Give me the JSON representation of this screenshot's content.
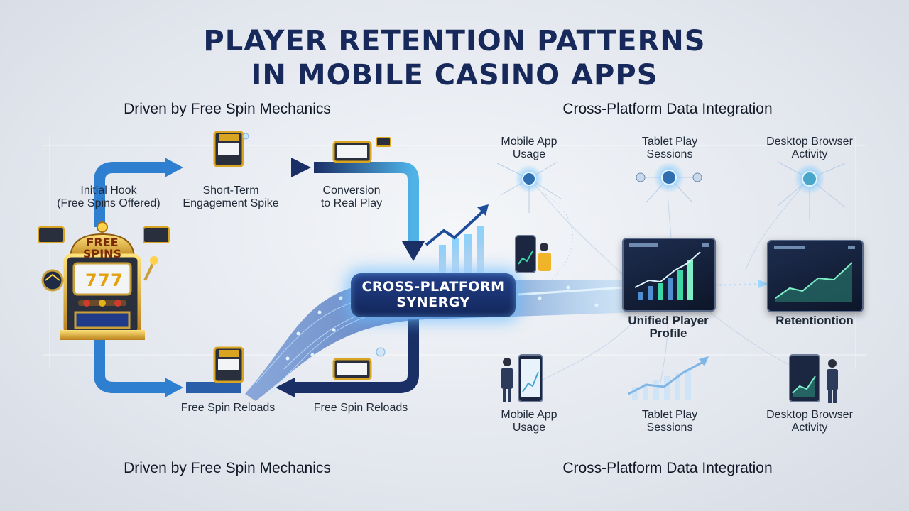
{
  "title": {
    "line1": "PLAYER RETENTION PATTERNS",
    "line2": "IN MOBILE CASINO APPS"
  },
  "sections": {
    "left_top": "Driven by Free Spin Mechanics",
    "right_top": "Cross-Platform Data Integration",
    "left_bottom": "Driven by Free Spin Mechanics",
    "right_bottom": "Cross-Platform Data Integration"
  },
  "loop": {
    "initial_hook": [
      "Initial Hook",
      "(Free Spins Offered)"
    ],
    "short_term": [
      "Short-Term",
      "Engagement Spike"
    ],
    "conversion": [
      "Conversion",
      "to Real Play"
    ],
    "reload_left": "Free Spin Reloads",
    "reload_right": "Free Spin Reloads",
    "slot_sign": [
      "FREE",
      "SPINS"
    ]
  },
  "synergy": [
    "CROSS-PLATFORM",
    "SYNERGY"
  ],
  "devices_top": {
    "mobile": [
      "Mobile App",
      "Usage"
    ],
    "tablet": [
      "Tablet Play",
      "Sessions"
    ],
    "desktop": [
      "Desktop Browser",
      "Activity"
    ]
  },
  "devices_bottom": {
    "mobile": [
      "Mobile App",
      "Usage"
    ],
    "tablet": [
      "Tablet Play",
      "Sessions"
    ],
    "desktop": [
      "Desktop Browser",
      "Activity"
    ]
  },
  "dashboards": {
    "unified": [
      "Unified Player",
      "Profile"
    ],
    "retention": "Retentiontion"
  },
  "colors": {
    "title": "#16295a",
    "flow_blue": "#2d6fb8",
    "flow_dark": "#1a2f66",
    "glow": "#7cc8ff",
    "gold": "#d9a520",
    "chart_green": "#3fd6a6"
  }
}
